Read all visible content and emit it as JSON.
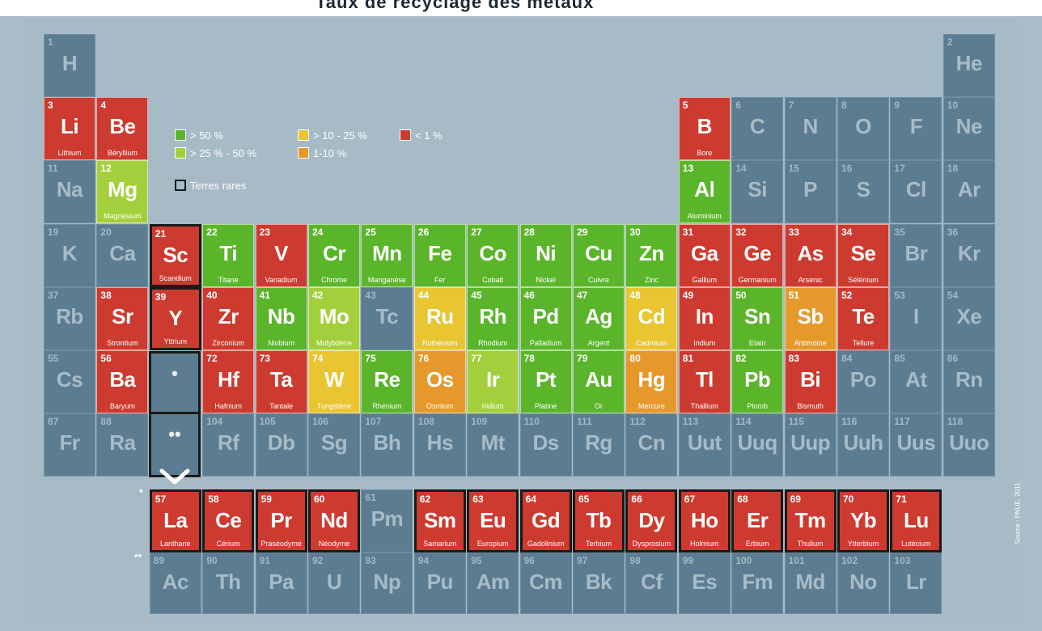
{
  "title": "Taux de recyclage des métaux",
  "legend": {
    "items": [
      {
        "label": "> 50 %",
        "color": "#5bb52a"
      },
      {
        "label": "> 25 % - 50 %",
        "color": "#a4cf3c"
      },
      {
        "label": "> 10 - 25 %",
        "color": "#e8c531"
      },
      {
        "label": "1-10 %",
        "color": "#e6992b"
      },
      {
        "label": "< 1 %",
        "color": "#cd3a2f"
      }
    ],
    "rare_earths": "Terres rares"
  },
  "source": "Source : PNUE, 2011",
  "markers": {
    "star": "*",
    "double_star": "**",
    "slot_star": "•",
    "slot_double_star": "••"
  },
  "colors": {
    "none": "#5c7d91",
    "g50": "#5bb52a",
    "g25": "#a4cf3c",
    "y10": "#e8c531",
    "o1": "#e6992b",
    "r1": "#cd3a2f"
  },
  "elements": [
    {
      "num": "1",
      "sym": "H",
      "name": "",
      "rate": "none",
      "col": 1,
      "row": 1
    },
    {
      "num": "2",
      "sym": "He",
      "name": "",
      "rate": "none",
      "col": 18,
      "row": 1
    },
    {
      "num": "3",
      "sym": "Li",
      "name": "Lithium",
      "rate": "r1",
      "col": 1,
      "row": 2
    },
    {
      "num": "4",
      "sym": "Be",
      "name": "Béryllium",
      "rate": "r1",
      "col": 2,
      "row": 2
    },
    {
      "num": "5",
      "sym": "B",
      "name": "Bore",
      "rate": "r1",
      "col": 13,
      "row": 2
    },
    {
      "num": "6",
      "sym": "C",
      "name": "",
      "rate": "none",
      "col": 14,
      "row": 2
    },
    {
      "num": "7",
      "sym": "N",
      "name": "",
      "rate": "none",
      "col": 15,
      "row": 2
    },
    {
      "num": "8",
      "sym": "O",
      "name": "",
      "rate": "none",
      "col": 16,
      "row": 2
    },
    {
      "num": "9",
      "sym": "F",
      "name": "",
      "rate": "none",
      "col": 17,
      "row": 2
    },
    {
      "num": "10",
      "sym": "Ne",
      "name": "",
      "rate": "none",
      "col": 18,
      "row": 2
    },
    {
      "num": "11",
      "sym": "Na",
      "name": "",
      "rate": "none",
      "col": 1,
      "row": 3
    },
    {
      "num": "12",
      "sym": "Mg",
      "name": "Magnésium",
      "rate": "g25",
      "col": 2,
      "row": 3
    },
    {
      "num": "13",
      "sym": "Al",
      "name": "Aluminium",
      "rate": "g50",
      "col": 13,
      "row": 3
    },
    {
      "num": "14",
      "sym": "Si",
      "name": "",
      "rate": "none",
      "col": 14,
      "row": 3
    },
    {
      "num": "15",
      "sym": "P",
      "name": "",
      "rate": "none",
      "col": 15,
      "row": 3
    },
    {
      "num": "16",
      "sym": "S",
      "name": "",
      "rate": "none",
      "col": 16,
      "row": 3
    },
    {
      "num": "17",
      "sym": "Cl",
      "name": "",
      "rate": "none",
      "col": 17,
      "row": 3
    },
    {
      "num": "18",
      "sym": "Ar",
      "name": "",
      "rate": "none",
      "col": 18,
      "row": 3
    },
    {
      "num": "19",
      "sym": "K",
      "name": "",
      "rate": "none",
      "col": 1,
      "row": 4
    },
    {
      "num": "20",
      "sym": "Ca",
      "name": "",
      "rate": "none",
      "col": 2,
      "row": 4
    },
    {
      "num": "21",
      "sym": "Sc",
      "name": "Scandium",
      "rate": "r1",
      "col": 3,
      "row": 4,
      "rare": true
    },
    {
      "num": "22",
      "sym": "Ti",
      "name": "Titane",
      "rate": "g50",
      "col": 4,
      "row": 4
    },
    {
      "num": "23",
      "sym": "V",
      "name": "Vanadium",
      "rate": "r1",
      "col": 5,
      "row": 4
    },
    {
      "num": "24",
      "sym": "Cr",
      "name": "Chrome",
      "rate": "g50",
      "col": 6,
      "row": 4
    },
    {
      "num": "25",
      "sym": "Mn",
      "name": "Manganèse",
      "rate": "g50",
      "col": 7,
      "row": 4
    },
    {
      "num": "26",
      "sym": "Fe",
      "name": "Fer",
      "rate": "g50",
      "col": 8,
      "row": 4
    },
    {
      "num": "27",
      "sym": "Co",
      "name": "Cobalt",
      "rate": "g50",
      "col": 9,
      "row": 4
    },
    {
      "num": "28",
      "sym": "Ni",
      "name": "Nickel",
      "rate": "g50",
      "col": 10,
      "row": 4
    },
    {
      "num": "29",
      "sym": "Cu",
      "name": "Cuivre",
      "rate": "g50",
      "col": 11,
      "row": 4
    },
    {
      "num": "30",
      "sym": "Zn",
      "name": "Zinc",
      "rate": "g50",
      "col": 12,
      "row": 4
    },
    {
      "num": "31",
      "sym": "Ga",
      "name": "Gallium",
      "rate": "r1",
      "col": 13,
      "row": 4
    },
    {
      "num": "32",
      "sym": "Ge",
      "name": "Germanium",
      "rate": "r1",
      "col": 14,
      "row": 4
    },
    {
      "num": "33",
      "sym": "As",
      "name": "Arsenic",
      "rate": "r1",
      "col": 15,
      "row": 4
    },
    {
      "num": "34",
      "sym": "Se",
      "name": "Sélénium",
      "rate": "r1",
      "col": 16,
      "row": 4
    },
    {
      "num": "35",
      "sym": "Br",
      "name": "",
      "rate": "none",
      "col": 17,
      "row": 4
    },
    {
      "num": "36",
      "sym": "Kr",
      "name": "",
      "rate": "none",
      "col": 18,
      "row": 4
    },
    {
      "num": "37",
      "sym": "Rb",
      "name": "",
      "rate": "none",
      "col": 1,
      "row": 5
    },
    {
      "num": "38",
      "sym": "Sr",
      "name": "Strontium",
      "rate": "r1",
      "col": 2,
      "row": 5
    },
    {
      "num": "39",
      "sym": "Y",
      "name": "Yttrium",
      "rate": "r1",
      "col": 3,
      "row": 5,
      "rare": true
    },
    {
      "num": "40",
      "sym": "Zr",
      "name": "Zirconium",
      "rate": "r1",
      "col": 4,
      "row": 5
    },
    {
      "num": "41",
      "sym": "Nb",
      "name": "Niobium",
      "rate": "g50",
      "col": 5,
      "row": 5
    },
    {
      "num": "42",
      "sym": "Mo",
      "name": "Molybdène",
      "rate": "g25",
      "col": 6,
      "row": 5
    },
    {
      "num": "43",
      "sym": "Tc",
      "name": "",
      "rate": "none",
      "col": 7,
      "row": 5
    },
    {
      "num": "44",
      "sym": "Ru",
      "name": "Ruthénium",
      "rate": "y10",
      "col": 8,
      "row": 5
    },
    {
      "num": "45",
      "sym": "Rh",
      "name": "Rhodium",
      "rate": "g50",
      "col": 9,
      "row": 5
    },
    {
      "num": "46",
      "sym": "Pd",
      "name": "Palladium",
      "rate": "g50",
      "col": 10,
      "row": 5
    },
    {
      "num": "47",
      "sym": "Ag",
      "name": "Argent",
      "rate": "g50",
      "col": 11,
      "row": 5
    },
    {
      "num": "48",
      "sym": "Cd",
      "name": "Cadmium",
      "rate": "y10",
      "col": 12,
      "row": 5
    },
    {
      "num": "49",
      "sym": "In",
      "name": "Indium",
      "rate": "r1",
      "col": 13,
      "row": 5
    },
    {
      "num": "50",
      "sym": "Sn",
      "name": "Etain",
      "rate": "g50",
      "col": 14,
      "row": 5
    },
    {
      "num": "51",
      "sym": "Sb",
      "name": "Antimoine",
      "rate": "o1",
      "col": 15,
      "row": 5
    },
    {
      "num": "52",
      "sym": "Te",
      "name": "Tellure",
      "rate": "r1",
      "col": 16,
      "row": 5
    },
    {
      "num": "53",
      "sym": "I",
      "name": "",
      "rate": "none",
      "col": 17,
      "row": 5
    },
    {
      "num": "54",
      "sym": "Xe",
      "name": "",
      "rate": "none",
      "col": 18,
      "row": 5
    },
    {
      "num": "55",
      "sym": "Cs",
      "name": "",
      "rate": "none",
      "col": 1,
      "row": 6
    },
    {
      "num": "56",
      "sym": "Ba",
      "name": "Baryum",
      "rate": "r1",
      "col": 2,
      "row": 6
    },
    {
      "num": "72",
      "sym": "Hf",
      "name": "Hafnium",
      "rate": "r1",
      "col": 4,
      "row": 6
    },
    {
      "num": "73",
      "sym": "Ta",
      "name": "Tantale",
      "rate": "r1",
      "col": 5,
      "row": 6
    },
    {
      "num": "74",
      "sym": "W",
      "name": "Tungstène",
      "rate": "y10",
      "col": 6,
      "row": 6
    },
    {
      "num": "75",
      "sym": "Re",
      "name": "Rhénium",
      "rate": "g50",
      "col": 7,
      "row": 6
    },
    {
      "num": "76",
      "sym": "Os",
      "name": "Osmium",
      "rate": "o1",
      "col": 8,
      "row": 6
    },
    {
      "num": "77",
      "sym": "Ir",
      "name": "Iridium",
      "rate": "g25",
      "col": 9,
      "row": 6
    },
    {
      "num": "78",
      "sym": "Pt",
      "name": "Platine",
      "rate": "g50",
      "col": 10,
      "row": 6
    },
    {
      "num": "79",
      "sym": "Au",
      "name": "Or",
      "rate": "g50",
      "col": 11,
      "row": 6
    },
    {
      "num": "80",
      "sym": "Hg",
      "name": "Mercure",
      "rate": "o1",
      "col": 12,
      "row": 6
    },
    {
      "num": "81",
      "sym": "Tl",
      "name": "Thallium",
      "rate": "r1",
      "col": 13,
      "row": 6
    },
    {
      "num": "82",
      "sym": "Pb",
      "name": "Plomb",
      "rate": "g50",
      "col": 14,
      "row": 6
    },
    {
      "num": "83",
      "sym": "Bi",
      "name": "Bismuth",
      "rate": "r1",
      "col": 15,
      "row": 6
    },
    {
      "num": "84",
      "sym": "Po",
      "name": "",
      "rate": "none",
      "col": 16,
      "row": 6
    },
    {
      "num": "85",
      "sym": "At",
      "name": "",
      "rate": "none",
      "col": 17,
      "row": 6
    },
    {
      "num": "86",
      "sym": "Rn",
      "name": "",
      "rate": "none",
      "col": 18,
      "row": 6
    },
    {
      "num": "87",
      "sym": "Fr",
      "name": "",
      "rate": "none",
      "col": 1,
      "row": 7
    },
    {
      "num": "88",
      "sym": "Ra",
      "name": "",
      "rate": "none",
      "col": 2,
      "row": 7
    },
    {
      "num": "104",
      "sym": "Rf",
      "name": "",
      "rate": "none",
      "col": 4,
      "row": 7
    },
    {
      "num": "105",
      "sym": "Db",
      "name": "",
      "rate": "none",
      "col": 5,
      "row": 7
    },
    {
      "num": "106",
      "sym": "Sg",
      "name": "",
      "rate": "none",
      "col": 6,
      "row": 7
    },
    {
      "num": "107",
      "sym": "Bh",
      "name": "",
      "rate": "none",
      "col": 7,
      "row": 7
    },
    {
      "num": "108",
      "sym": "Hs",
      "name": "",
      "rate": "none",
      "col": 8,
      "row": 7
    },
    {
      "num": "109",
      "sym": "Mt",
      "name": "",
      "rate": "none",
      "col": 9,
      "row": 7
    },
    {
      "num": "110",
      "sym": "Ds",
      "name": "",
      "rate": "none",
      "col": 10,
      "row": 7
    },
    {
      "num": "111",
      "sym": "Rg",
      "name": "",
      "rate": "none",
      "col": 11,
      "row": 7
    },
    {
      "num": "112",
      "sym": "Cn",
      "name": "",
      "rate": "none",
      "col": 12,
      "row": 7
    },
    {
      "num": "113",
      "sym": "Uut",
      "name": "",
      "rate": "none",
      "col": 13,
      "row": 7
    },
    {
      "num": "114",
      "sym": "Uuq",
      "name": "",
      "rate": "none",
      "col": 14,
      "row": 7
    },
    {
      "num": "115",
      "sym": "Uup",
      "name": "",
      "rate": "none",
      "col": 15,
      "row": 7
    },
    {
      "num": "116",
      "sym": "Uuh",
      "name": "",
      "rate": "none",
      "col": 16,
      "row": 7
    },
    {
      "num": "117",
      "sym": "Uus",
      "name": "",
      "rate": "none",
      "col": 17,
      "row": 7
    },
    {
      "num": "118",
      "sym": "Uuo",
      "name": "",
      "rate": "none",
      "col": 18,
      "row": 7
    },
    {
      "num": "57",
      "sym": "La",
      "name": "Lanthane",
      "rate": "r1",
      "col": 3,
      "row": 8,
      "rare": true
    },
    {
      "num": "58",
      "sym": "Ce",
      "name": "Cérium",
      "rate": "r1",
      "col": 4,
      "row": 8,
      "rare": true
    },
    {
      "num": "59",
      "sym": "Pr",
      "name": "Praséodyme",
      "rate": "r1",
      "col": 5,
      "row": 8,
      "rare": true
    },
    {
      "num": "60",
      "sym": "Nd",
      "name": "Néodyme",
      "rate": "r1",
      "col": 6,
      "row": 8,
      "rare": true
    },
    {
      "num": "61",
      "sym": "Pm",
      "name": "",
      "rate": "none",
      "col": 7,
      "row": 8
    },
    {
      "num": "62",
      "sym": "Sm",
      "name": "Samarium",
      "rate": "r1",
      "col": 8,
      "row": 8,
      "rare": true
    },
    {
      "num": "63",
      "sym": "Eu",
      "name": "Europium",
      "rate": "r1",
      "col": 9,
      "row": 8,
      "rare": true
    },
    {
      "num": "64",
      "sym": "Gd",
      "name": "Gadolinium",
      "rate": "r1",
      "col": 10,
      "row": 8,
      "rare": true
    },
    {
      "num": "65",
      "sym": "Tb",
      "name": "Terbium",
      "rate": "r1",
      "col": 11,
      "row": 8,
      "rare": true
    },
    {
      "num": "66",
      "sym": "Dy",
      "name": "Dysprosium",
      "rate": "r1",
      "col": 12,
      "row": 8,
      "rare": true
    },
    {
      "num": "67",
      "sym": "Ho",
      "name": "Holmium",
      "rate": "r1",
      "col": 13,
      "row": 8,
      "rare": true
    },
    {
      "num": "68",
      "sym": "Er",
      "name": "Erbium",
      "rate": "r1",
      "col": 14,
      "row": 8,
      "rare": true
    },
    {
      "num": "69",
      "sym": "Tm",
      "name": "Thulium",
      "rate": "r1",
      "col": 15,
      "row": 8,
      "rare": true
    },
    {
      "num": "70",
      "sym": "Yb",
      "name": "Ytterbium",
      "rate": "r1",
      "col": 16,
      "row": 8,
      "rare": true
    },
    {
      "num": "71",
      "sym": "Lu",
      "name": "Lutécium",
      "rate": "r1",
      "col": 17,
      "row": 8,
      "rare": true
    },
    {
      "num": "89",
      "sym": "Ac",
      "name": "",
      "rate": "none",
      "col": 3,
      "row": 9
    },
    {
      "num": "90",
      "sym": "Th",
      "name": "",
      "rate": "none",
      "col": 4,
      "row": 9
    },
    {
      "num": "91",
      "sym": "Pa",
      "name": "",
      "rate": "none",
      "col": 5,
      "row": 9
    },
    {
      "num": "92",
      "sym": "U",
      "name": "",
      "rate": "none",
      "col": 6,
      "row": 9
    },
    {
      "num": "93",
      "sym": "Np",
      "name": "",
      "rate": "none",
      "col": 7,
      "row": 9
    },
    {
      "num": "94",
      "sym": "Pu",
      "name": "",
      "rate": "none",
      "col": 8,
      "row": 9
    },
    {
      "num": "95",
      "sym": "Am",
      "name": "",
      "rate": "none",
      "col": 9,
      "row": 9
    },
    {
      "num": "96",
      "sym": "Cm",
      "name": "",
      "rate": "none",
      "col": 10,
      "row": 9
    },
    {
      "num": "97",
      "sym": "Bk",
      "name": "",
      "rate": "none",
      "col": 11,
      "row": 9
    },
    {
      "num": "98",
      "sym": "Cf",
      "name": "",
      "rate": "none",
      "col": 12,
      "row": 9
    },
    {
      "num": "99",
      "sym": "Es",
      "name": "",
      "rate": "none",
      "col": 13,
      "row": 9
    },
    {
      "num": "100",
      "sym": "Fm",
      "name": "",
      "rate": "none",
      "col": 14,
      "row": 9
    },
    {
      "num": "101",
      "sym": "Md",
      "name": "",
      "rate": "none",
      "col": 15,
      "row": 9
    },
    {
      "num": "102",
      "sym": "No",
      "name": "",
      "rate": "none",
      "col": 16,
      "row": 9
    },
    {
      "num": "103",
      "sym": "Lr",
      "name": "",
      "rate": "none",
      "col": 17,
      "row": 9
    }
  ]
}
